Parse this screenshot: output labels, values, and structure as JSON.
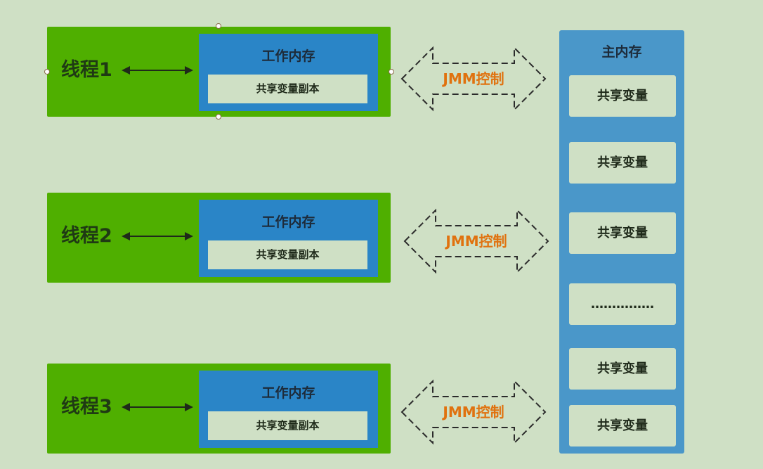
{
  "colors": {
    "background": "#cfe0c5",
    "thread_box": "#4faf00",
    "work_memory": "#2a85c7",
    "main_memory": "#4a97c9",
    "jmm_text": "#e0720f"
  },
  "threads": [
    {
      "label": "线程1",
      "work_title": "工作内存",
      "copy_label": "共享变量副本"
    },
    {
      "label": "线程2",
      "work_title": "工作内存",
      "copy_label": "共享变量副本"
    },
    {
      "label": "线程3",
      "work_title": "工作内存",
      "copy_label": "共享变量副本"
    }
  ],
  "jmm": [
    {
      "label": "JMM控制"
    },
    {
      "label": "JMM控制"
    },
    {
      "label": "JMM控制"
    }
  ],
  "main_memory": {
    "title": "主内存",
    "items": [
      {
        "label": "共享变量"
      },
      {
        "label": "共享变量"
      },
      {
        "label": "共享变量"
      },
      {
        "label": "……………"
      },
      {
        "label": "共享变量"
      },
      {
        "label": "共享变量"
      }
    ]
  }
}
